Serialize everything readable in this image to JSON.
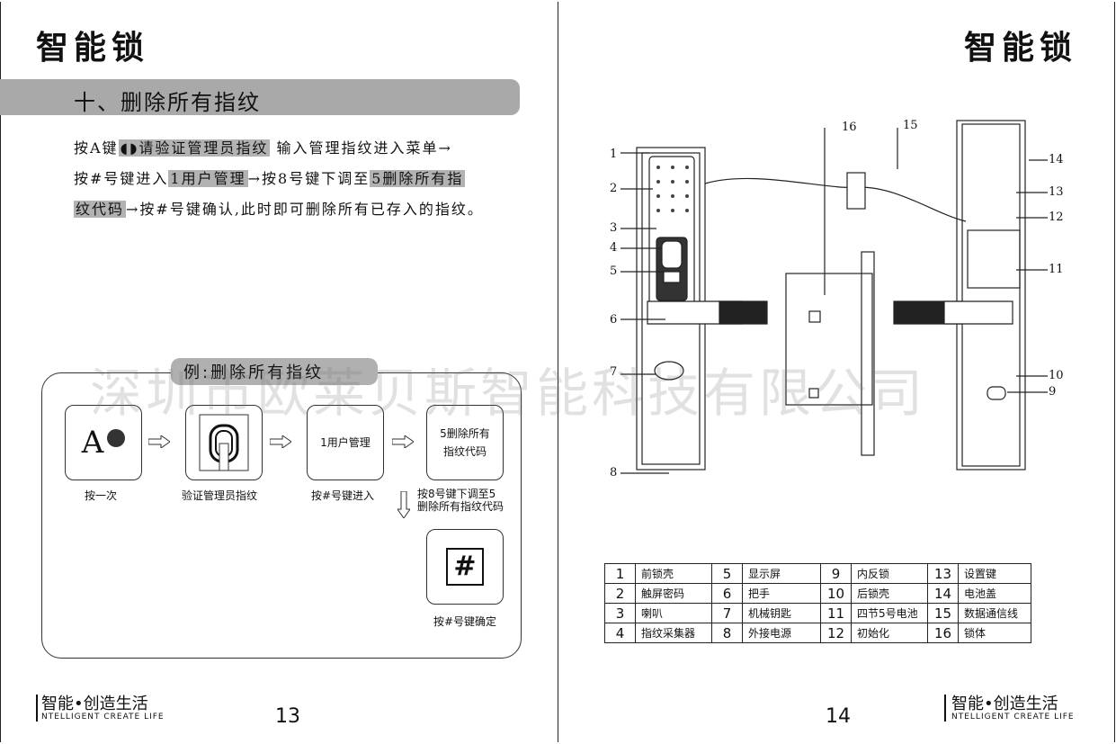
{
  "left_page": {
    "brand": "智能锁",
    "section_title": "十、删除所有指纹",
    "instructions": {
      "t1": "按A键",
      "t2": "请验证管理员指纹",
      "t3": "输入管理指纹进入菜单",
      "t4": "按#号键进入",
      "t5": "1用户管理",
      "t6": "按8号键下调至",
      "t7": "5删除所有指",
      "t8": "纹代码",
      "t9": "按#号键确认,此时即可删除所有已存入的指纹。"
    },
    "example_title": "例:删除所有指纹",
    "steps": [
      {
        "box": "A",
        "caption": "按一次"
      },
      {
        "box": "",
        "caption": "验证管理员指纹"
      },
      {
        "box": "1用户管理",
        "caption": "按#号键进入"
      },
      {
        "box_l1": "5删除所有",
        "box_l2": "指纹代码",
        "caption_l1": "按8号键下调至5",
        "caption_l2": "删除所有指纹代码"
      },
      {
        "box": "#",
        "caption": "按#号键确定"
      }
    ],
    "footer_slogan": "智能•创造生活",
    "footer_sub": "NTELLIGENT CREATE LIFE",
    "page_number": "13"
  },
  "right_page": {
    "brand": "智能锁",
    "callouts": [
      "1",
      "2",
      "3",
      "4",
      "5",
      "6",
      "7",
      "8",
      "9",
      "10",
      "11",
      "12",
      "13",
      "14",
      "15",
      "16"
    ],
    "legend": [
      [
        {
          "n": "1",
          "label": "前锁壳"
        },
        {
          "n": "5",
          "label": "显示屏"
        },
        {
          "n": "9",
          "label": "内反锁"
        },
        {
          "n": "13",
          "label": "设置键"
        }
      ],
      [
        {
          "n": "2",
          "label": "触屏密码"
        },
        {
          "n": "6",
          "label": "把手"
        },
        {
          "n": "10",
          "label": "后锁壳"
        },
        {
          "n": "14",
          "label": "电池盖"
        }
      ],
      [
        {
          "n": "3",
          "label": "喇叭"
        },
        {
          "n": "7",
          "label": "机械钥匙"
        },
        {
          "n": "11",
          "label": "四节5号电池"
        },
        {
          "n": "15",
          "label": "数据通信线"
        }
      ],
      [
        {
          "n": "4",
          "label": "指纹采集器"
        },
        {
          "n": "8",
          "label": "外接电源"
        },
        {
          "n": "12",
          "label": "初始化"
        },
        {
          "n": "16",
          "label": "锁体"
        }
      ]
    ],
    "footer_slogan": "智能•创造生活",
    "footer_sub": "NTELLIGENT CREATE LIFE",
    "page_number": "14"
  },
  "watermark": "深圳市欧莱贝斯智能科技有限公司"
}
